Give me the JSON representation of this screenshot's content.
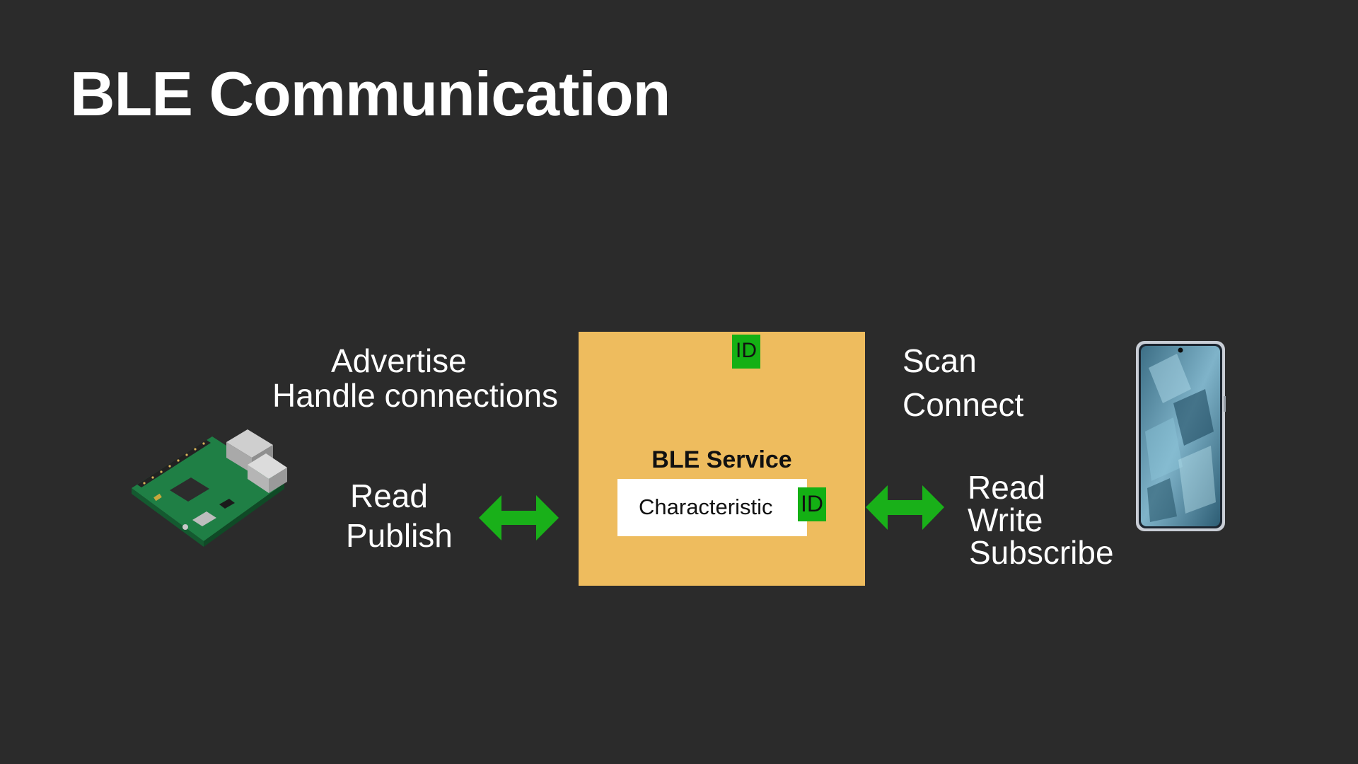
{
  "slide": {
    "title": "BLE Communication",
    "left_labels": {
      "advertise": "Advertise",
      "handle_connections": "Handle connections",
      "read": "Read",
      "publish": "Publish"
    },
    "right_labels": {
      "scan": "Scan",
      "connect": "Connect",
      "read": "Read",
      "write": "Write",
      "subscribe": "Subscribe"
    },
    "service": {
      "title": "BLE Service",
      "id_label": "ID",
      "characteristic": {
        "label": "Characteristic",
        "id_label": "ID"
      }
    }
  },
  "colors": {
    "background": "#2b2b2b",
    "service_box": "#eebc5e",
    "id_badge": "#14b014",
    "arrow": "#19b019"
  },
  "icons": {
    "left_device": "raspberry-pi-board",
    "right_device": "smartphone",
    "connectors": "double-headed-arrow"
  }
}
